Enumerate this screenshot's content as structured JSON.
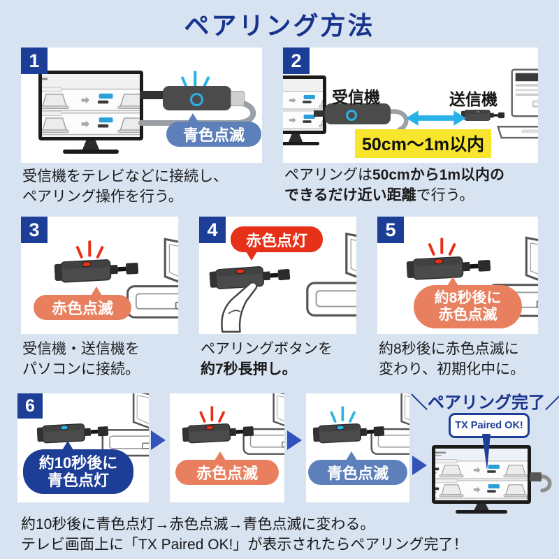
{
  "title": "ペアリング方法",
  "colors": {
    "background": "#d8e3f1",
    "navy": "#17338c",
    "badge_blue": "#1d3e97",
    "pill_blue": "#5d80ba",
    "pill_salmon": "#e8805f",
    "bubble_red": "#e63018",
    "cyan": "#29b1e8",
    "highlight_yellow": "#f8e62e"
  },
  "steps": {
    "s1": {
      "number": "1",
      "led_label": "青色点滅",
      "caption_l1": "受信機をテレビなどに接続し、",
      "caption_l2": "ペアリング操作を行う。"
    },
    "s2": {
      "number": "2",
      "receiver_label": "受信機",
      "transmitter_label": "送信機",
      "distance_label": "50cm〜1m以内",
      "caption_l1a": "ペアリングは",
      "caption_l1b": "50cmから1m以内の",
      "caption_l2a": "できるだけ近い距離",
      "caption_l2b": "で行う。"
    },
    "s3": {
      "number": "3",
      "led_label": "赤色点滅",
      "caption_l1": "受信機・送信機を",
      "caption_l2": "パソコンに接続。"
    },
    "s4": {
      "number": "4",
      "led_label": "赤色点灯",
      "caption_l1": "ペアリングボタンを",
      "caption_l2": "約7秒長押し。"
    },
    "s5": {
      "number": "5",
      "led_label_l1": "約8秒後に",
      "led_label_l2": "赤色点滅",
      "caption_l1": "約8秒後に赤色点滅に",
      "caption_l2": "変わり、初期化中に。"
    },
    "s6": {
      "number": "6",
      "stage1_l1": "約10秒後に",
      "stage1_l2": "青色点灯",
      "stage2_label": "赤色点滅",
      "stage3_label": "青色点滅"
    }
  },
  "completion": {
    "heading": "＼ペアリング完了／",
    "tv_bubble": "TX Paired OK!"
  },
  "footer": {
    "line1": "約10秒後に青色点灯→赤色点滅→青色点滅に変わる。",
    "line2": "テレビ画面上に「TX Paired OK!」が表示されたらペアリング完了！"
  }
}
